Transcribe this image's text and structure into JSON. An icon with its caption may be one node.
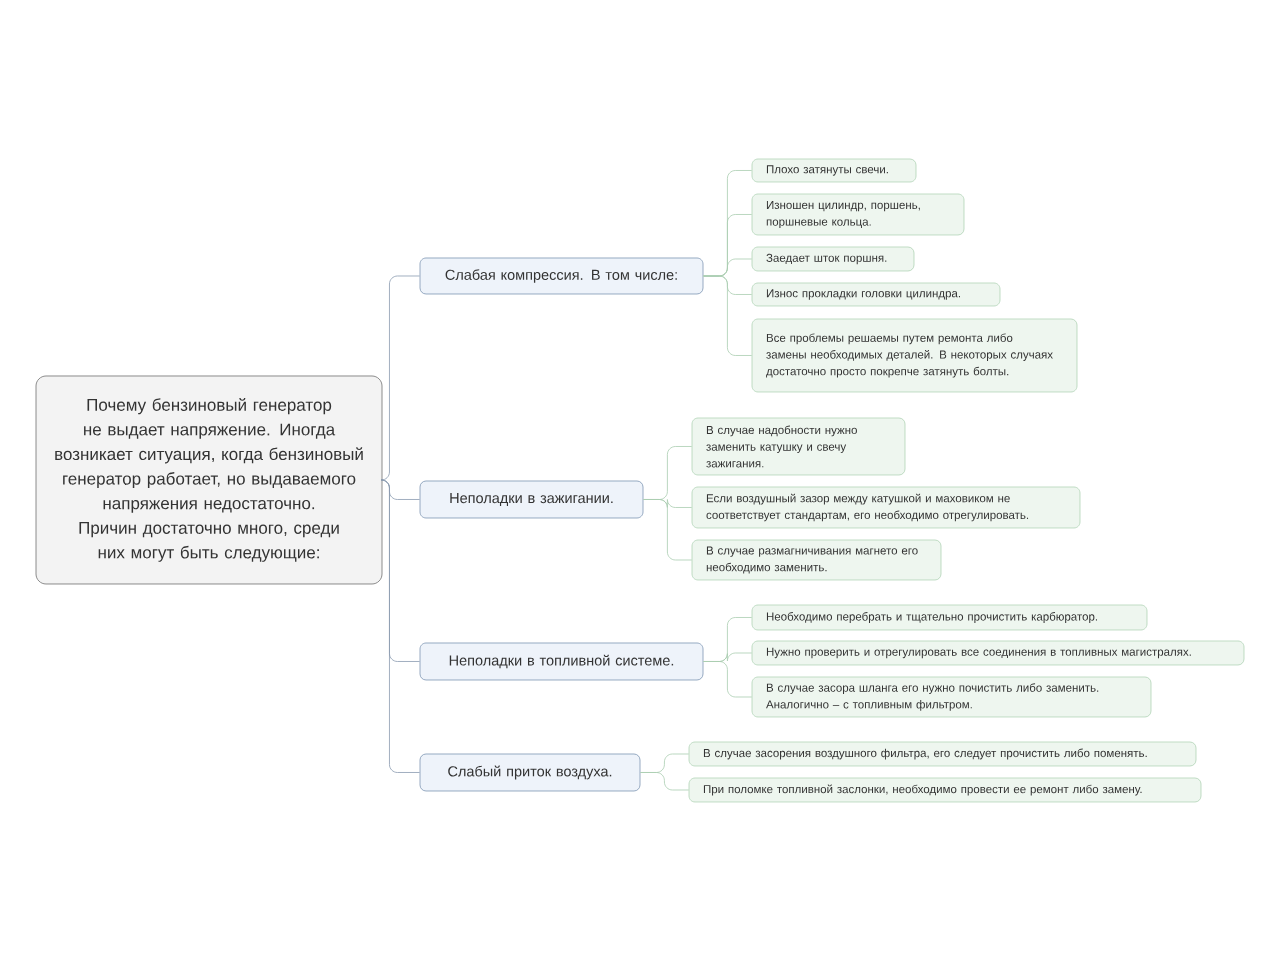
{
  "diagram": {
    "nodes": [
      {
        "text": [
          "Почему бензиновый генератор не выдает напряжение. Иногда возникает ситуация, когда бензиновый генератор работает, но выдаваемого напряжения недостаточно. Причин достаточно много, среди них могут быть следующие:"
        ]
      },
      {
        "text": [
          "Слабая компрессия. В том числе:"
        ]
      },
      {
        "text": [
          "Неполадки в зажигании."
        ]
      },
      {
        "text": [
          "Неполадки в топливной системе."
        ]
      },
      {
        "text": [
          "Слабый приток воздуха."
        ]
      },
      {
        "text": [
          "Плохо затянуты свечи."
        ]
      },
      {
        "text": [
          "Изношен цилиндр, поршень, поршневые кольца."
        ]
      },
      {
        "text": [
          "Заедает шток поршня."
        ]
      },
      {
        "text": [
          "Износ прокладки головки цилиндра."
        ]
      },
      {
        "text": [
          "Все проблемы решаемы путем ремонта либо замены необходимых деталей. В некоторых случаях достаточно просто покрепче затянуть болты."
        ]
      },
      {
        "text": [
          "В случае надобности нужно заменить катушку и свечу зажигания."
        ]
      },
      {
        "text": [
          "Если воздушный зазор между катушкой и маховиком не соответствует стандартам, его необходимо отрегулировать."
        ]
      },
      {
        "text": [
          "В случае размагничивания магнето его необходимо заменить."
        ]
      },
      {
        "text": [
          "Необходимо перебрать и тщательно прочистить карбюратор."
        ]
      },
      {
        "text": [
          "Нужно проверить и отрегулировать все соединения в топливных магистралях."
        ]
      },
      {
        "text": [
          "В случае засора шланга его нужно почистить либо заменить. Аналогично – с топливным фильтром."
        ]
      },
      {
        "text": [
          "В случае засорения воздушного фильтра, его следует прочистить либо поменять."
        ]
      },
      {
        "text": [
          "При поломке топливной заслонки, необходимо провести ее ремонт либо замену."
        ]
      }
    ],
    "edges": [
      {
        "from": 0,
        "to": 1,
        "arrow": "none",
        "color": "#8a9bb0"
      },
      {
        "from": 0,
        "to": 2,
        "arrow": "none",
        "color": "#8a9bb0"
      },
      {
        "from": 0,
        "to": 3,
        "arrow": "none",
        "color": "#8a9bb0"
      },
      {
        "from": 0,
        "to": 4,
        "arrow": "none",
        "color": "#8a9bb0"
      },
      {
        "from": 1,
        "to": 5,
        "arrow": "none"
      },
      {
        "from": 1,
        "to": 6,
        "arrow": "none"
      },
      {
        "from": 1,
        "to": 7,
        "arrow": "none"
      },
      {
        "from": 1,
        "to": 8,
        "arrow": "none"
      },
      {
        "from": 1,
        "to": 9,
        "arrow": "none"
      },
      {
        "from": 2,
        "to": 10,
        "arrow": "none"
      },
      {
        "from": 2,
        "to": 11,
        "arrow": "none"
      },
      {
        "from": 2,
        "to": 12,
        "arrow": "none"
      },
      {
        "from": 3,
        "to": 13,
        "arrow": "none"
      },
      {
        "from": 3,
        "to": 14,
        "arrow": "none"
      },
      {
        "from": 3,
        "to": 15,
        "arrow": "none"
      },
      {
        "from": 4,
        "to": 16,
        "arrow": "none"
      },
      {
        "from": 4,
        "to": 17,
        "arrow": "none"
      }
    ]
  }
}
